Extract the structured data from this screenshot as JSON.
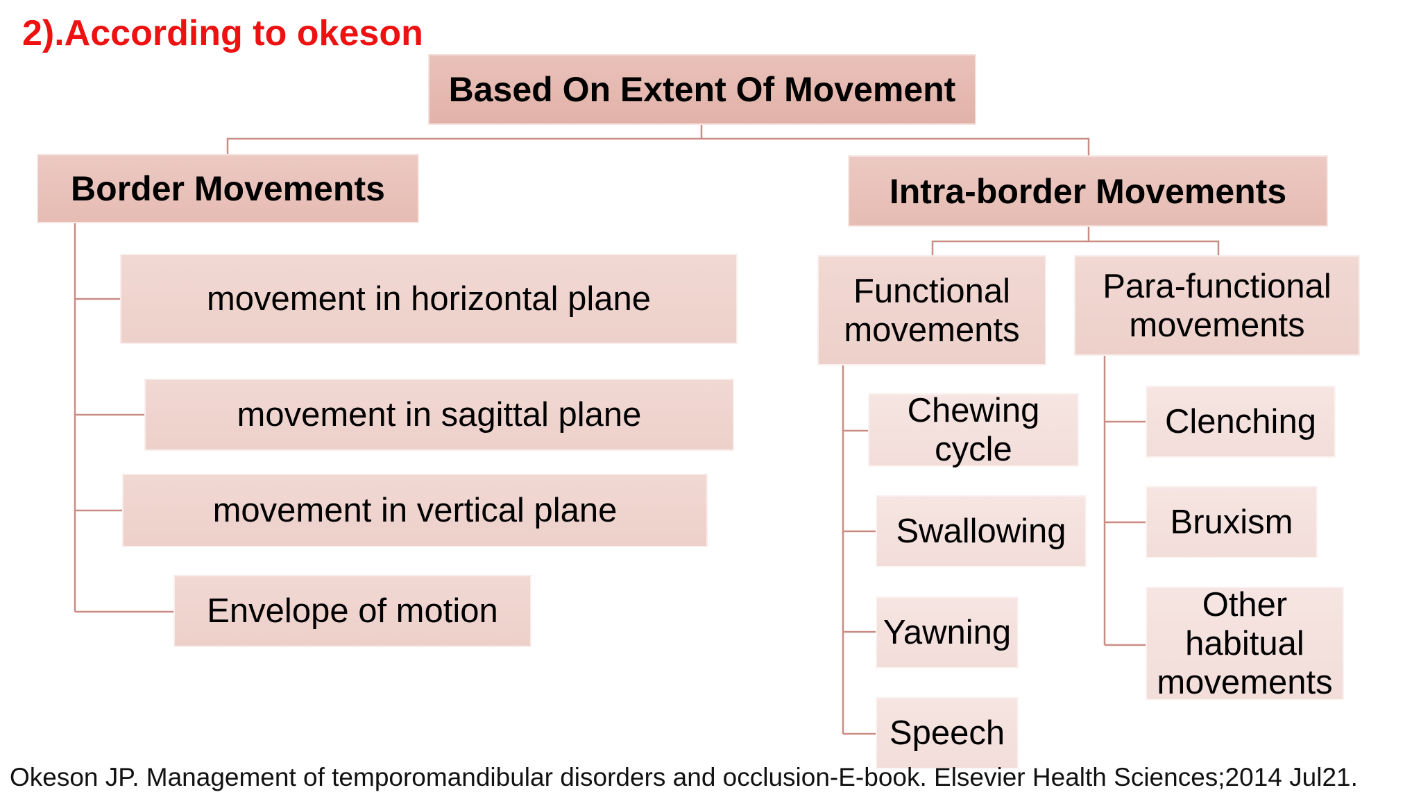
{
  "heading": "2).According to okeson",
  "root": {
    "label": "Based On Extent Of Movement"
  },
  "border": {
    "label": "Border Movements",
    "items": [
      "movement in horizontal plane",
      "movement in sagittal plane",
      "movement in vertical plane",
      "Envelope of motion"
    ]
  },
  "intra": {
    "label": "Intra-border Movements",
    "functional": {
      "label_line1": "Functional",
      "label_line2": "movements",
      "items": [
        {
          "line1": "Chewing",
          "line2": "cycle"
        },
        {
          "line1": "Swallowing"
        },
        {
          "line1": "Yawning"
        },
        {
          "line1": "Speech"
        }
      ]
    },
    "parafunctional": {
      "label_line1": "Para-functional",
      "label_line2": "movements",
      "items": [
        {
          "line1": "Clenching"
        },
        {
          "line1": "Bruxism"
        },
        {
          "line1": "Other",
          "line2": "habitual",
          "line3": "movements"
        }
      ]
    }
  },
  "citation": "Okeson JP. Management of temporomandibular disorders and occlusion-E-book. Elsevier Health Sciences;2014 Jul21.",
  "colors": {
    "heading": "#ee1111",
    "connector": "#c98c83",
    "box_level1": "#e5b8af",
    "box_level2": "#e9c2ba",
    "box_level3": "#efd3ce",
    "box_level4": "#f4e1dd"
  }
}
